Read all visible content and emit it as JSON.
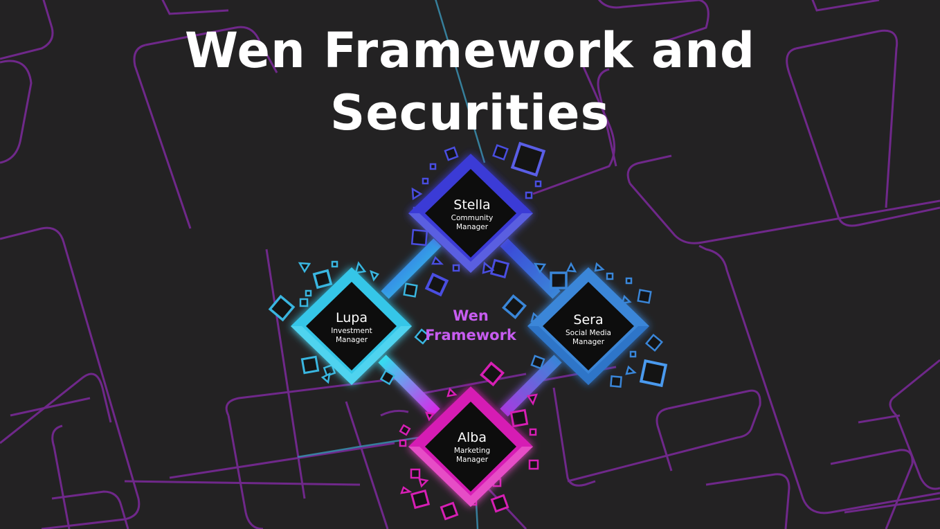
{
  "title": {
    "line1": "Wen Framework and",
    "line2": "Securities"
  },
  "center": {
    "line1": "Wen",
    "line2": "Framework"
  },
  "nodes": [
    {
      "id": "stella",
      "name": "Stella",
      "role_line1": "Community",
      "role_line2": "Manager",
      "color": "#3b3ad6",
      "color_light": "#5a5ee0"
    },
    {
      "id": "lupa",
      "name": "Lupa",
      "role_line1": "Investment",
      "role_line2": "Manager",
      "color": "#36c6e8",
      "color_light": "#5ad6f0"
    },
    {
      "id": "sera",
      "name": "Sera",
      "role_line1": "Social Media",
      "role_line2": "Manager",
      "color": "#3a86d8",
      "color_light": "#5a9ee6"
    },
    {
      "id": "alba",
      "name": "Alba",
      "role_line1": "Marketing",
      "role_line2": "Manager",
      "color": "#d61fb4",
      "color_light": "#e64ec6"
    }
  ],
  "colors": {
    "background": "#232223",
    "outline": "#8a2fa8",
    "title": "#ffffff"
  }
}
